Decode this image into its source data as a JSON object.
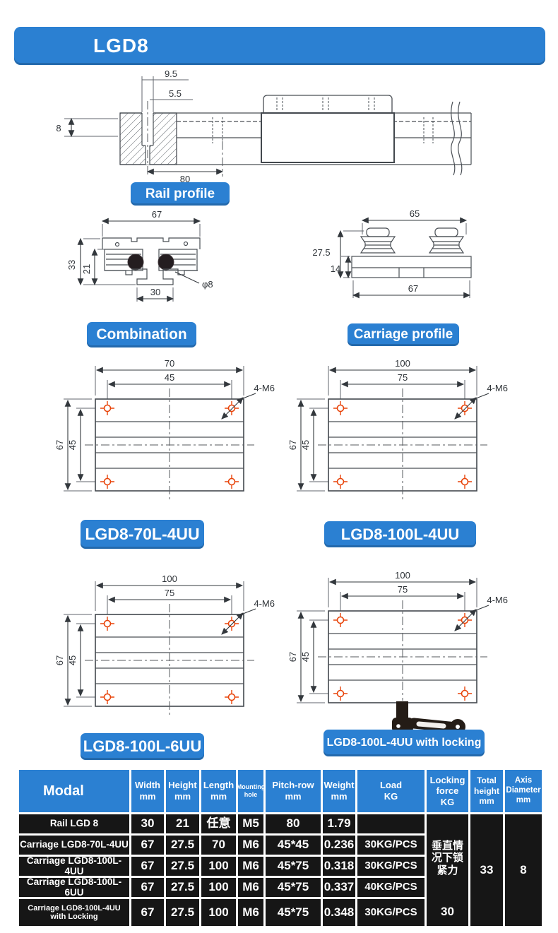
{
  "colors": {
    "accent_blue": "#2b80d2",
    "table_cell_black": "#161616",
    "hole_orange": "#e8440a"
  },
  "header": {
    "title": "LGD8"
  },
  "figures": {
    "rail_profile": {
      "caption": "Rail profile",
      "dim_counterbore": "9.5",
      "dim_hole": "5.5",
      "dim_height": "8",
      "dim_pitch": "80"
    },
    "combination": {
      "caption": "Combination",
      "dim_width": "67",
      "dim_total_height": "33",
      "dim_inner_height": "21",
      "dim_rail_width": "30",
      "dim_axis": "φ8"
    },
    "carriage_profile": {
      "caption": "Carriage profile",
      "dim_top_width": "65",
      "dim_height": "27.5",
      "dim_base_height": "14",
      "dim_bottom_width": "67"
    },
    "plates": [
      {
        "caption": "LGD8-70L-4UU",
        "dim_length": "70",
        "dim_pitch_l": "45",
        "dim_width": "67",
        "dim_pitch_w": "45",
        "holes_label": "4-M6"
      },
      {
        "caption": "LGD8-100L-4UU",
        "dim_length": "100",
        "dim_pitch_l": "75",
        "dim_width": "67",
        "dim_pitch_w": "45",
        "holes_label": "4-M6"
      },
      {
        "caption": "LGD8-100L-6UU",
        "dim_length": "100",
        "dim_pitch_l": "75",
        "dim_width": "67",
        "dim_pitch_w": "45",
        "holes_label": "4-M6"
      },
      {
        "caption": "LGD8-100L-4UU with locking",
        "dim_length": "100",
        "dim_pitch_l": "75",
        "dim_width": "67",
        "dim_pitch_w": "45",
        "holes_label": "4-M6"
      }
    ]
  },
  "table": {
    "headers": {
      "modal": "Modal",
      "width": {
        "l1": "Width",
        "l2": "mm"
      },
      "height": {
        "l1": "Height",
        "l2": "mm"
      },
      "length": {
        "l1": "Length",
        "l2": "mm"
      },
      "mounting": {
        "l1": "Mounting",
        "l2": "hole"
      },
      "pitch": {
        "l1": "Pitch-row",
        "l2": "mm"
      },
      "weight": {
        "l1": "Weight",
        "l2": "mm"
      },
      "load": {
        "l1": "Load",
        "l2": "KG"
      },
      "locking": {
        "l1": "Locking",
        "l2": "force",
        "l3": "KG"
      },
      "total": {
        "l1": "Total",
        "l2": "height",
        "l3": "mm"
      },
      "axis": {
        "l1": "Axis",
        "l2": "Diameter",
        "l3": "mm"
      }
    },
    "rows": [
      {
        "model": "Rail LGD 8",
        "width": "30",
        "height": "21",
        "length": "任意",
        "hole": "M5",
        "pitch": "80",
        "weight": "1.79",
        "load": ""
      },
      {
        "model": "Carriage LGD8-70L-4UU",
        "width": "67",
        "height": "27.5",
        "length": "70",
        "hole": "M6",
        "pitch": "45*45",
        "weight": "0.236",
        "load": "30KG/PCS"
      },
      {
        "model": "Carriage LGD8-100L-4UU",
        "width": "67",
        "height": "27.5",
        "length": "100",
        "hole": "M6",
        "pitch": "45*75",
        "weight": "0.318",
        "load": "30KG/PCS"
      },
      {
        "model": "Carriage LGD8-100L-6UU",
        "width": "67",
        "height": "27.5",
        "length": "100",
        "hole": "M6",
        "pitch": "45*75",
        "weight": "0.337",
        "load": "40KG/PCS"
      },
      {
        "model_l1": "Carriage LGD8-100L-4UU",
        "model_l2": "with Locking",
        "width": "67",
        "height": "27.5",
        "length": "100",
        "hole": "M6",
        "pitch": "45*75",
        "weight": "0.348",
        "load": "30KG/PCS"
      }
    ],
    "merged": {
      "locking_note": "垂直情况下锁紧力",
      "locking_value": "30",
      "total_height": "33",
      "axis_diameter": "8"
    }
  }
}
